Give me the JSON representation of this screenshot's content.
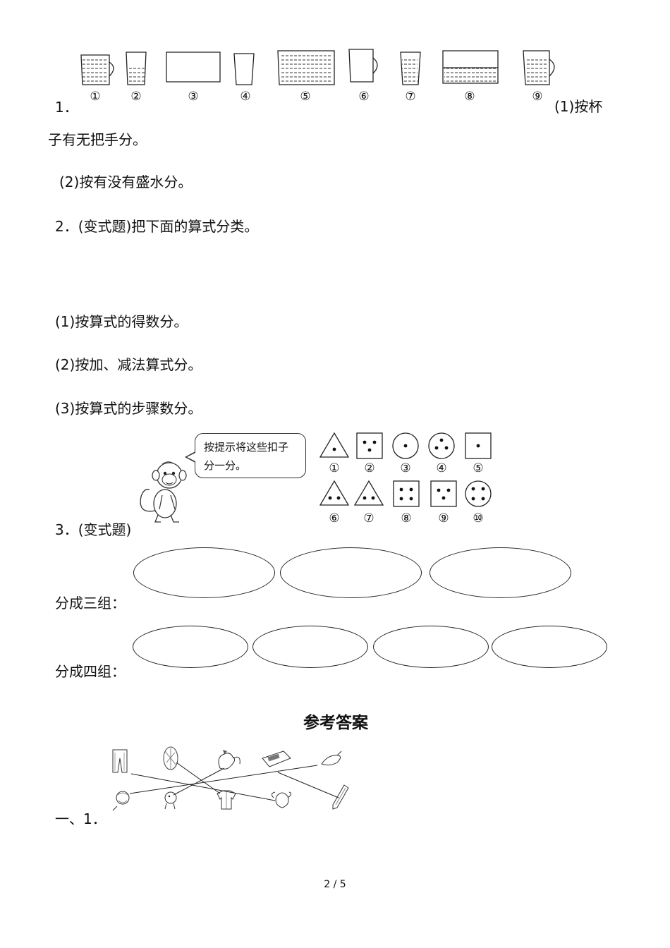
{
  "q1": {
    "number": "1．",
    "cup_labels": [
      "①",
      "②",
      "③",
      "④",
      "⑤",
      "⑥",
      "⑦",
      "⑧",
      "⑨"
    ],
    "part1_a": "(1)按杯",
    "part1_b": "子有无把手分。",
    "part2": "(2)按有没有盛水分。"
  },
  "q2": {
    "stem": "2．(变式题)把下面的算式分类。",
    "part1": "(1)按算式的得数分。",
    "part2": "(2)按加、减法算式分。",
    "part3": "(3)按算式的步骤数分。"
  },
  "q3": {
    "number": "3．(变式题)",
    "bubble_text": "按提示将这些扣子分一分。",
    "button_labels": [
      "①",
      "②",
      "③",
      "④",
      "⑤",
      "⑥",
      "⑦",
      "⑧",
      "⑨",
      "⑩"
    ],
    "three_groups": "分成三组：",
    "four_groups": "分成四组："
  },
  "answers": {
    "title": "参考答案",
    "item": "一、1．"
  },
  "footer": {
    "page": "2 / 5"
  }
}
